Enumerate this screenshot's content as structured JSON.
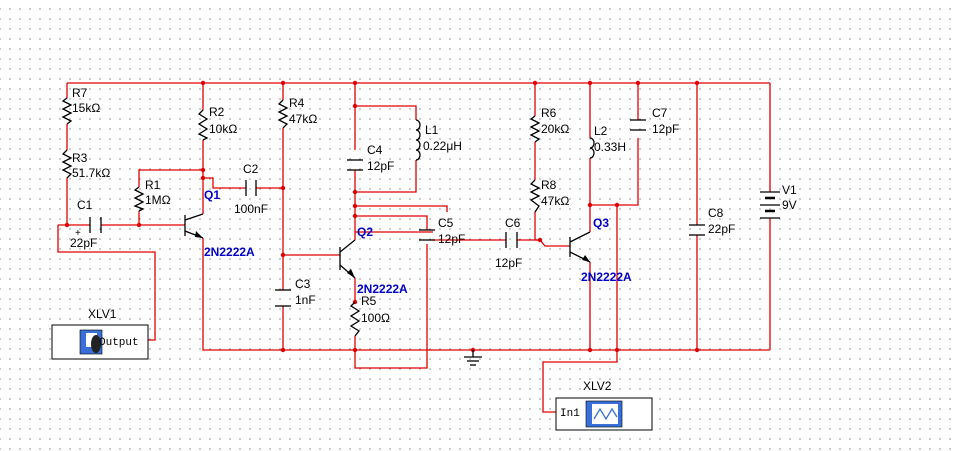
{
  "components": {
    "R7": {
      "name": "R7",
      "value": "15kΩ"
    },
    "R3": {
      "name": "R3",
      "value": "51.7kΩ"
    },
    "R1": {
      "name": "R1",
      "value": "1MΩ"
    },
    "R2": {
      "name": "R2",
      "value": "10kΩ"
    },
    "R4": {
      "name": "R4",
      "value": "47kΩ"
    },
    "R5": {
      "name": "R5",
      "value": "100Ω"
    },
    "R6": {
      "name": "R6",
      "value": "20kΩ"
    },
    "R8": {
      "name": "R8",
      "value": "47kΩ"
    },
    "C1": {
      "name": "C1",
      "value": "22pF",
      "polarity": "+"
    },
    "C2": {
      "name": "C2",
      "value": "100nF"
    },
    "C3": {
      "name": "C3",
      "value": "1nF"
    },
    "C4": {
      "name": "C4",
      "value": "12pF"
    },
    "C5": {
      "name": "C5",
      "value": "12pF"
    },
    "C6": {
      "name": "C6",
      "value": "12pF"
    },
    "C7": {
      "name": "C7",
      "value": "12pF"
    },
    "C8": {
      "name": "C8",
      "value": "22pF"
    },
    "L1": {
      "name": "L1",
      "value": "0.22μH"
    },
    "L2": {
      "name": "L2",
      "value": "0.33H"
    },
    "V1": {
      "name": "V1",
      "value": "9V"
    },
    "Q1": {
      "name": "Q1",
      "model": "2N2222A"
    },
    "Q2": {
      "name": "Q2",
      "model": "2N2222A"
    },
    "Q3": {
      "name": "Q3",
      "model": "2N2222A"
    }
  },
  "instruments": {
    "XLV1": {
      "name": "XLV1",
      "port": "Output"
    },
    "XLV2": {
      "name": "XLV2",
      "port": "In1"
    }
  },
  "colors": {
    "wire": "#e00000",
    "transistor_label": "#0000c8",
    "component": "#000000"
  }
}
